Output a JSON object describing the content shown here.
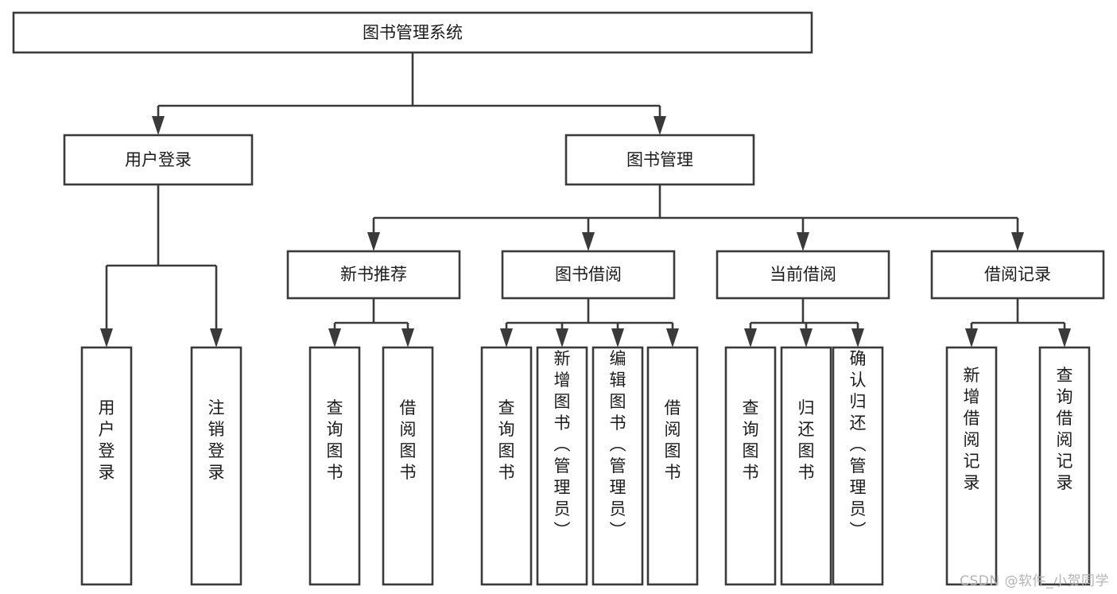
{
  "diagram": {
    "title": "图书管理系统",
    "type": "tree-hierarchy-chart",
    "watermark": "CSDN @软件_小贺同学",
    "colors": {
      "background": "#ffffff",
      "box_stroke": "#3a3a3a",
      "box_fill": "#ffffff",
      "text": "#1b1b1b",
      "watermark": "#b4b4b4"
    },
    "root": {
      "id": "root",
      "label": "图书管理系统",
      "orientation": "horizontal"
    },
    "level2": [
      {
        "id": "user-login",
        "label": "用户登录",
        "orientation": "horizontal"
      },
      {
        "id": "book-manage",
        "label": "图书管理",
        "orientation": "horizontal"
      }
    ],
    "level3": [
      {
        "id": "new-book-recommend",
        "label": "新书推荐",
        "orientation": "horizontal",
        "parent": "book-manage"
      },
      {
        "id": "book-borrow",
        "label": "图书借阅",
        "orientation": "horizontal",
        "parent": "book-manage"
      },
      {
        "id": "current-borrow",
        "label": "当前借阅",
        "orientation": "horizontal",
        "parent": "book-manage"
      },
      {
        "id": "borrow-record",
        "label": "借阅记录",
        "orientation": "horizontal",
        "parent": "book-manage"
      }
    ],
    "leaves": [
      {
        "id": "leaf-user-login",
        "label": "用户登录",
        "orientation": "vertical",
        "parent": "user-login"
      },
      {
        "id": "leaf-logout-login",
        "label": "注销登录",
        "orientation": "vertical",
        "parent": "user-login"
      },
      {
        "id": "leaf-query-book-1",
        "label": "查询图书",
        "orientation": "vertical",
        "parent": "new-book-recommend"
      },
      {
        "id": "leaf-borrow-book-1",
        "label": "借阅图书",
        "orientation": "vertical",
        "parent": "new-book-recommend"
      },
      {
        "id": "leaf-query-book-2",
        "label": "查询图书",
        "orientation": "vertical",
        "parent": "book-borrow"
      },
      {
        "id": "leaf-add-book-admin",
        "label": "新增图书（管理员）",
        "orientation": "vertical",
        "parent": "book-borrow"
      },
      {
        "id": "leaf-edit-book-admin",
        "label": "编辑图书（管理员）",
        "orientation": "vertical",
        "parent": "book-borrow"
      },
      {
        "id": "leaf-borrow-book-2",
        "label": "借阅图书",
        "orientation": "vertical",
        "parent": "book-borrow"
      },
      {
        "id": "leaf-query-book-3",
        "label": "查询图书",
        "orientation": "vertical",
        "parent": "current-borrow"
      },
      {
        "id": "leaf-return-book",
        "label": "归还图书",
        "orientation": "vertical",
        "parent": "current-borrow"
      },
      {
        "id": "leaf-confirm-return-admin",
        "label": "确认归还（管理员）",
        "orientation": "vertical",
        "parent": "current-borrow"
      },
      {
        "id": "leaf-add-borrow-record",
        "label": "新增借阅记录",
        "orientation": "vertical",
        "parent": "borrow-record"
      },
      {
        "id": "leaf-query-borrow-record",
        "label": "查询借阅记录",
        "orientation": "vertical",
        "parent": "borrow-record"
      }
    ]
  }
}
